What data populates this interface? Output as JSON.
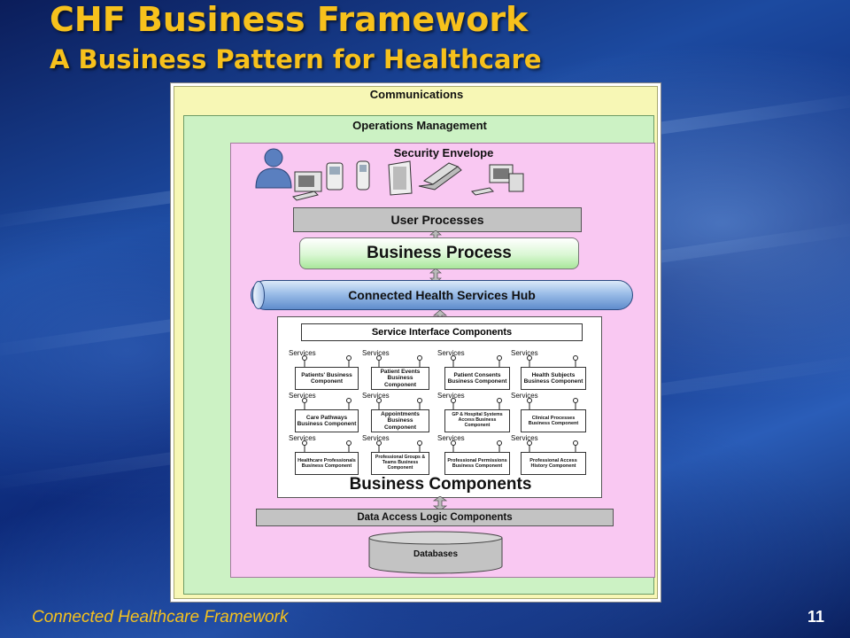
{
  "slide": {
    "title": "CHF Business Framework",
    "subtitle": "A Business Pattern for Healthcare",
    "footer_text": "Connected Healthcare Framework",
    "page_number": "11"
  },
  "diagram": {
    "communications": "Communications",
    "operations_management": "Operations Management",
    "security_envelope": "Security Envelope",
    "user_processes": "User Processes",
    "business_process": "Business Process",
    "hub": "Connected Health Services Hub",
    "service_interface": "Service Interface Components",
    "business_components_title": "Business Components",
    "data_access": "Data Access Logic Components",
    "databases": "Databases",
    "services_label": "Services",
    "devices": [
      "person-icon",
      "desktop-terminal-icon",
      "phone-icon",
      "tablet-icon",
      "laptop-icon",
      "desktop-pc-icon"
    ],
    "components": [
      [
        "Patients' Business Component",
        "Patient Events Business Component",
        "Patient Consents Business Component",
        "Health Subjects Business Component"
      ],
      [
        "Care Pathways Business Component",
        "Appointments Business Component",
        "GP & Hospital Systems Access Business Component",
        "Clinical Processes Business Component"
      ],
      [
        "Healthcare Professionals Business Component",
        "Professional Groups & Teams Business Component",
        "Professional Permissions Business Component",
        "Professional Access History Component"
      ]
    ],
    "colors": {
      "communications": "#f7f7b5",
      "operations": "#ccf2c4",
      "security": "#f9c8f2",
      "title": "#f7c11c"
    }
  }
}
